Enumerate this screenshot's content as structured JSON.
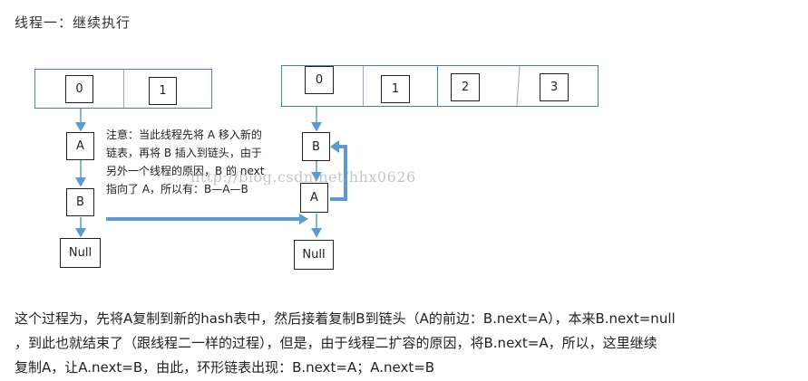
{
  "title": "线程一：继续执行",
  "left": {
    "buckets": [
      "0",
      "1"
    ],
    "chain": [
      "A",
      "B"
    ],
    "terminal": "Null"
  },
  "right": {
    "buckets": [
      "0",
      "1",
      "2",
      "3"
    ],
    "chain": [
      "B",
      "A"
    ],
    "terminal": "Null"
  },
  "note": {
    "line1": "注意：当此线程先将 A 移入新的",
    "line2": "链表，再将 B 插入到链头，由于",
    "line3": "另外一个线程的原因，B 的 next",
    "line4": "指向了 A，所以有：B—A—B"
  },
  "watermark": "http://blog.csdn.net/hhx0626",
  "paragraph": {
    "line1": "这个过程为，先将A复制到新的hash表中，然后接着复制B到链头（A的前边：B.next=A），本来B.next=null",
    "line2": "，到此也就结束了（跟线程二一样的过程），但是，由于线程二扩容的原因，将B.next=A，所以，这里继续",
    "line3": "复制A，让A.next=B，由此，环形链表出现：B.next=A；A.next=B"
  },
  "colors": {
    "arrow": "#5b9bd5",
    "bucket_border": "#3f7ec7",
    "text": "#222222"
  }
}
